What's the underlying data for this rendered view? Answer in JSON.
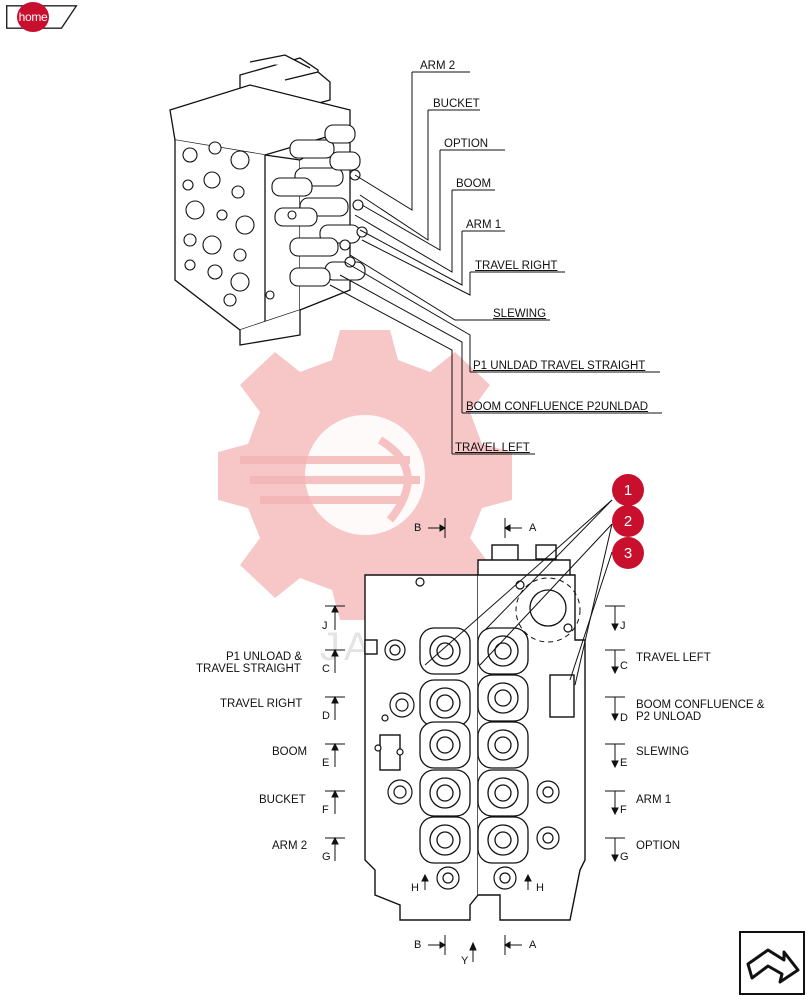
{
  "nav": {
    "home_label": "home"
  },
  "top_diagram": {
    "callouts": [
      "ARM 2",
      "BUCKET",
      "OPTION",
      "BOOM",
      "ARM 1",
      "TRAVEL RIGHT",
      "SLEWING",
      "P1 UNLDAD TRAVEL STRAIGHT",
      "BOOM CONFLUENCE P2UNLDAD",
      "TRAVEL LEFT"
    ]
  },
  "bottom_diagram": {
    "left_labels": [
      "P1 UNLOAD &",
      "TRAVEL STRAIGHT",
      "TRAVEL RIGHT",
      "BOOM",
      "BUCKET",
      "ARM 2"
    ],
    "right_labels": [
      "TRAVEL LEFT",
      "BOOM CONFLUENCE &",
      "P2 UNLOAD",
      "SLEWING",
      "ARM 1",
      "OPTION"
    ],
    "section_letters": [
      "A",
      "B",
      "C",
      "D",
      "E",
      "F",
      "G",
      "H",
      "J",
      "Y"
    ]
  },
  "markers": [
    "1",
    "2",
    "3"
  ],
  "colors": {
    "marker": "#c8102e",
    "watermark": "#f2b0b0"
  },
  "icons": {
    "next_page": "arrow-next-icon"
  }
}
